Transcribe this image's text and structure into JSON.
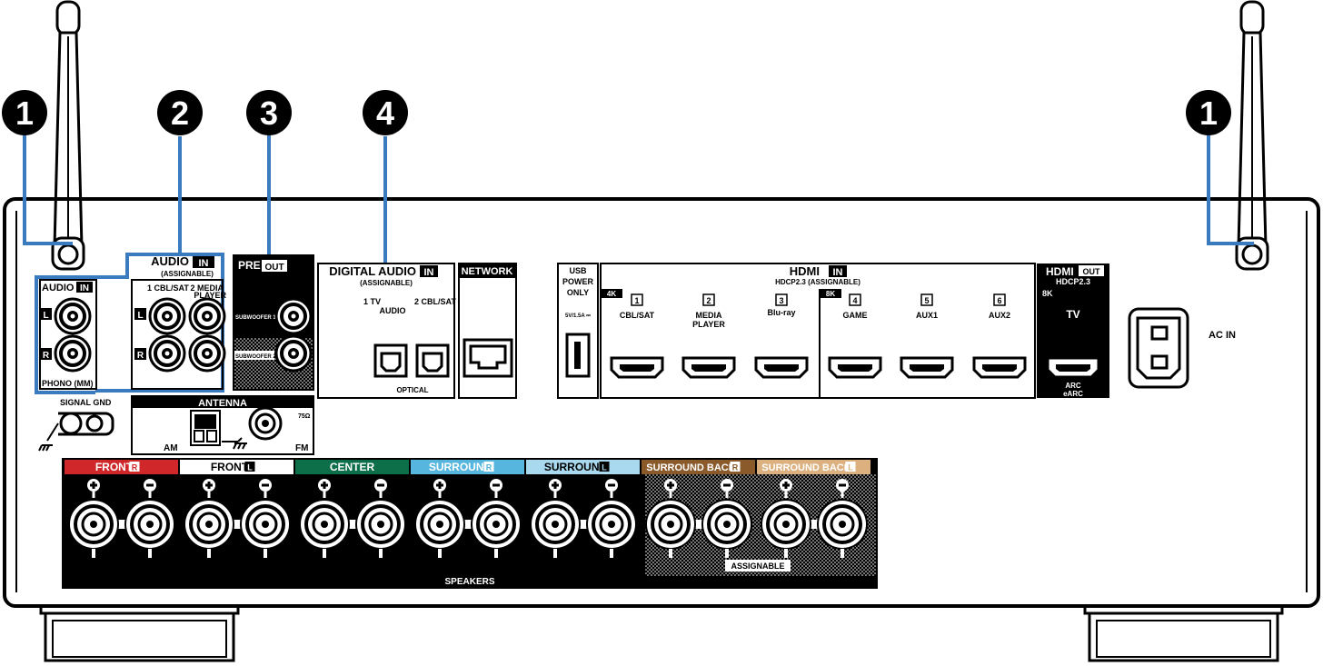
{
  "callouts": [
    "1",
    "2",
    "3",
    "4",
    "1"
  ],
  "audio_in": {
    "title_word": "AUDIO",
    "title_badge": "IN",
    "subtitle": "(ASSIGNABLE)",
    "input1_label": "1  CBL/SAT",
    "input2_label_line1": "2  MEDIA",
    "input2_label_line2": "PLAYER"
  },
  "phono": {
    "title_word": "AUDIO",
    "title_badge": "IN",
    "label": "PHONO (MM)"
  },
  "channels": {
    "left": "L",
    "right": "R"
  },
  "pre_out": {
    "title_word": "PRE",
    "title_badge": "OUT",
    "sub1": "SUBWOOFER 1",
    "sub2": "SUBWOOFER 2"
  },
  "digital_audio": {
    "title_word": "DIGITAL AUDIO",
    "title_badge": "IN",
    "subtitle": "(ASSIGNABLE)",
    "in1_line1": "1   TV",
    "in1_line2": "AUDIO",
    "in2": "2 CBL/SAT",
    "type": "OPTICAL"
  },
  "network": {
    "title": "NETWORK"
  },
  "usb": {
    "line1": "USB",
    "line2": "POWER",
    "line3": "ONLY",
    "rating": "5V/1.5A ⎓"
  },
  "hdmi_in": {
    "title_word": "HDMI",
    "title_badge": "IN",
    "subtitle": "HDCP2.3  (ASSIGNABLE)",
    "group_4k": "4K",
    "group_8k": "8K",
    "inputs": [
      {
        "num": "1",
        "line1": "CBL/SAT",
        "line2": ""
      },
      {
        "num": "2",
        "line1": "MEDIA",
        "line2": "PLAYER"
      },
      {
        "num": "3",
        "line1": "Blu-ray",
        "line2": ""
      },
      {
        "num": "4",
        "line1": "GAME",
        "line2": ""
      },
      {
        "num": "5",
        "line1": "AUX1",
        "line2": ""
      },
      {
        "num": "6",
        "line1": "AUX2",
        "line2": ""
      }
    ]
  },
  "hdmi_out": {
    "title_word": "HDMI",
    "title_badge": "OUT",
    "subtitle": "HDCP2.3",
    "group": "8K",
    "label": "TV",
    "arc": "ARC",
    "earc": "eARC"
  },
  "ac_in": {
    "label": "AC IN"
  },
  "signal_gnd": {
    "label": "SIGNAL GND"
  },
  "antenna": {
    "title": "ANTENNA",
    "am": "AM",
    "fm": "FM",
    "impedance": "75Ω"
  },
  "speakers": {
    "footer": "SPEAKERS",
    "assignable": "ASSIGNABLE",
    "channels": [
      {
        "name": "FRONT",
        "badge": "R",
        "color": "#d0282a"
      },
      {
        "name": "FRONT",
        "badge": "L",
        "color": "#ffffff"
      },
      {
        "name": "CENTER",
        "badge": "",
        "color": "#0d6e4a"
      },
      {
        "name": "SURROUND",
        "badge": "R",
        "color": "#56b6de"
      },
      {
        "name": "SURROUND",
        "badge": "L",
        "color": "#a9d9ef"
      },
      {
        "name": "SURROUND BACK",
        "badge": "R",
        "color": "#8a5a2b"
      },
      {
        "name": "SURROUND BACK",
        "badge": "L",
        "color": "#dcb07f"
      }
    ]
  },
  "colors": {
    "callout_line": "#3a7bbf",
    "panel": "#000000"
  }
}
